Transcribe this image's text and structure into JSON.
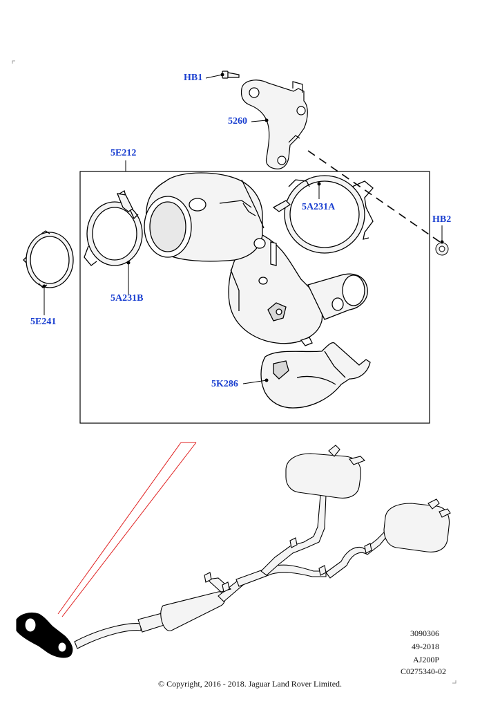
{
  "callouts": {
    "hb1": "HB1",
    "p5260": "5260",
    "p5e212": "5E212",
    "p5a231a": "5A231A",
    "hb2": "HB2",
    "p5a231b": "5A231B",
    "p5e241": "5E241",
    "p5k286": "5K286"
  },
  "reference": {
    "line1": "3090306",
    "line2": "49-2018",
    "line3": "AJ200P",
    "line4": "C0275340-02"
  },
  "copyright": "© Copyright, 2016 - 2018. Jaguar Land Rover Limited.",
  "colors": {
    "callout": "#1a3fd0",
    "leader": "#000000",
    "pointer": "#e02020",
    "part_fill": "#f4f4f4",
    "shade": "#d8d8d8"
  }
}
